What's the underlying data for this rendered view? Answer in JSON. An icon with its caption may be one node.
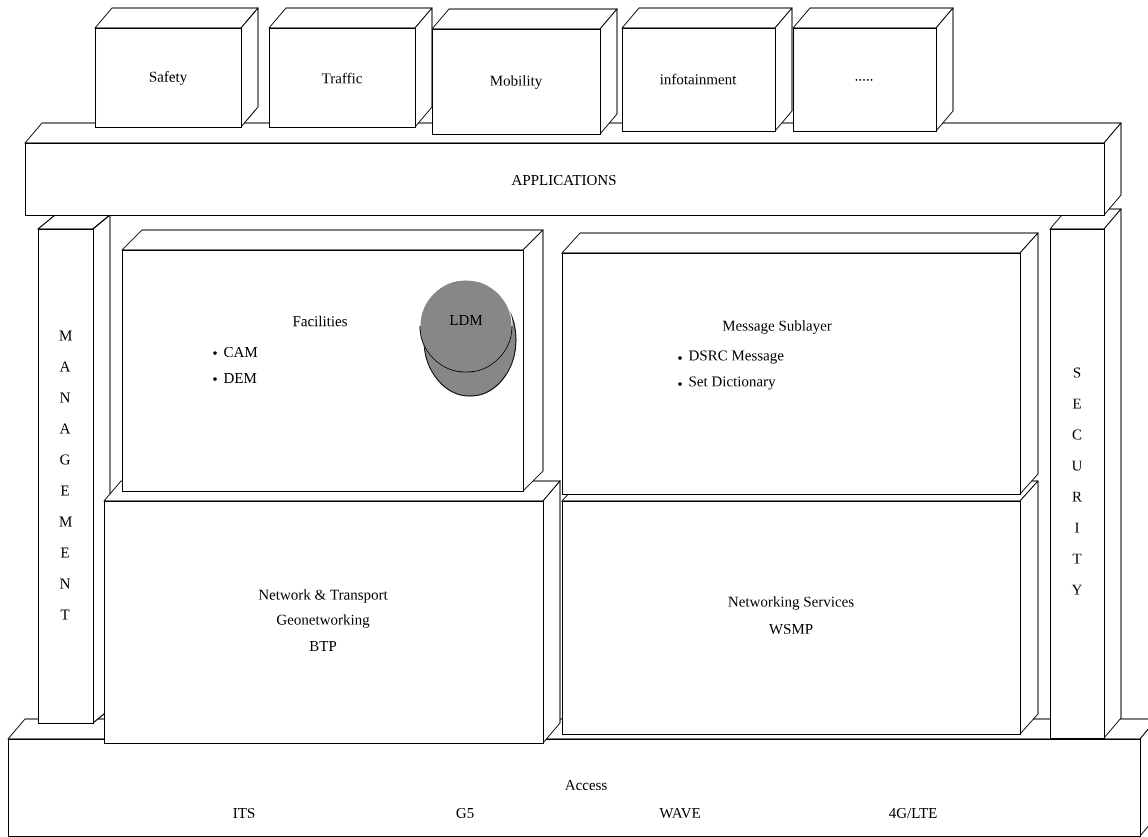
{
  "diagram": {
    "nodes": [
      {
        "text": [
          "Safety"
        ]
      },
      {
        "text": [
          "Traffic"
        ]
      },
      {
        "text": [
          "Mobility"
        ]
      },
      {
        "text": [
          "infotainment"
        ]
      },
      {
        "text": [
          "....."
        ]
      },
      {
        "text": [
          "APPLICATIONS"
        ]
      },
      {
        "text": [
          "M A N A G E M E N T"
        ]
      },
      {
        "text": [
          "Facilities",
          "CAM",
          "DEM"
        ]
      },
      {
        "text": [
          "LDM"
        ],
        "in": 7
      },
      {
        "text": [
          "Message Sublayer",
          "DSRC Message",
          "Set Dictionary"
        ]
      },
      {
        "text": [
          "Network & Transport",
          "Geonetworking",
          "BTP"
        ]
      },
      {
        "text": [
          "Networking Services",
          "WSMP"
        ]
      },
      {
        "text": [
          "S E C U R I T Y"
        ]
      },
      {
        "text": [
          "Access",
          "ITS",
          "G5",
          "WAVE",
          "4G/LTE"
        ]
      }
    ]
  }
}
